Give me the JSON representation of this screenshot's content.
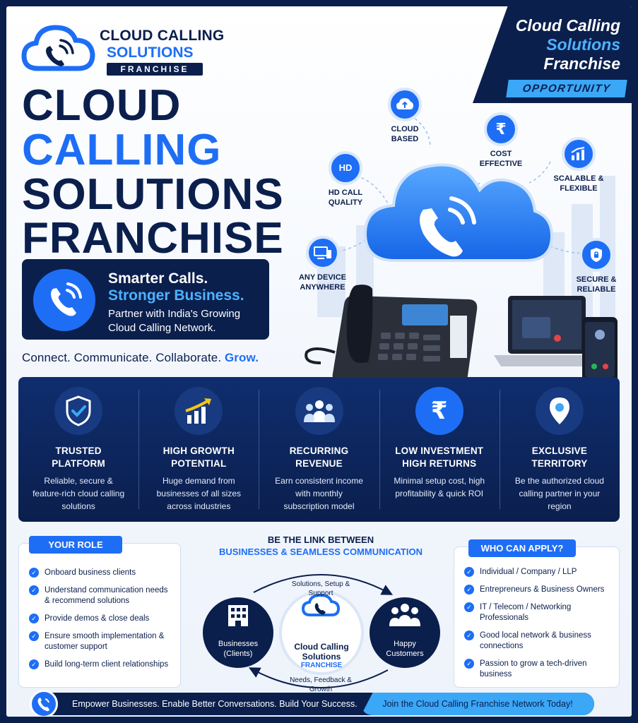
{
  "logo": {
    "line1": "CLOUD CALLING",
    "line2": "SOLUTIONS",
    "line3": "FRANCHISE",
    "icon": "cloud-phone-icon"
  },
  "corner_badge": {
    "line1": "Cloud Calling",
    "line2": "Solutions",
    "line3": "Franchise",
    "label": "OPPORTUNITY"
  },
  "headline": {
    "line1": "CLOUD",
    "line2": "CALLING",
    "line3": "SOLUTIONS",
    "line4": "FRANCHISE"
  },
  "smart_box": {
    "title": "Smarter Calls.",
    "subtitle": "Stronger Business.",
    "text": "Partner with India's Growing Cloud Calling Network.",
    "icon": "phone-signal-icon"
  },
  "tagline": {
    "main": "Connect. Communicate. Collaborate.",
    "accent": "Grow."
  },
  "hero_features": {
    "cloud_based": "CLOUD BASED",
    "cost_effective": "COST EFFECTIVE",
    "scalable": "SCALABLE & FLEXIBLE",
    "hd": "HD CALL QUALITY",
    "hd_badge": "HD",
    "rupee": "₹",
    "any_device": "ANY DEVICE ANYWHERE",
    "secure": "SECURE & RELIABLE"
  },
  "benefits": [
    {
      "title": "TRUSTED PLATFORM",
      "desc": "Reliable, secure & feature-rich cloud calling solutions",
      "icon": "shield-check-icon"
    },
    {
      "title": "HIGH GROWTH POTENTIAL",
      "desc": "Huge demand from businesses of all sizes across industries",
      "icon": "growth-chart-icon"
    },
    {
      "title": "RECURRING REVENUE",
      "desc": "Earn consistent income with monthly subscription model",
      "icon": "people-group-icon"
    },
    {
      "title": "LOW INVESTMENT HIGH RETURNS",
      "desc": "Minimal setup cost, high profitability & quick ROI",
      "icon": "rupee-icon"
    },
    {
      "title": "EXCLUSIVE TERRITORY",
      "desc": "Be the authorized cloud calling partner in your region",
      "icon": "location-pin-icon"
    }
  ],
  "your_role": {
    "title": "YOUR ROLE",
    "items": [
      "Onboard business clients",
      "Understand communication needs & recommend solutions",
      "Provide demos & close deals",
      "Ensure smooth implementation & customer support",
      "Build long-term client relationships"
    ]
  },
  "link": {
    "line1": "BE THE LINK BETWEEN",
    "line2": "BUSINESSES & SEAMLESS COMMUNICATION",
    "top_arrow": "Solutions, Setup & Support",
    "bottom_arrow": "Needs, Feedback & Growth",
    "left": "Businesses (Clients)",
    "right": "Happy Customers",
    "center1": "Cloud Calling",
    "center2": "Solutions",
    "center3": "FRANCHISE"
  },
  "who_can_apply": {
    "title": "WHO CAN APPLY?",
    "items": [
      "Individual / Company / LLP",
      "Entrepreneurs & Business Owners",
      "IT / Telecom / Networking Professionals",
      "Good local network & business connections",
      "Passion to grow a tech-driven business"
    ]
  },
  "footer": {
    "left": "Empower Businesses. Enable Better Conversations. Build Your Success.",
    "right": "Join the Cloud Calling Franchise Network Today!"
  },
  "colors": {
    "navy": "#0b1f4d",
    "blue": "#1e6ef5",
    "light_blue": "#3ba7f7"
  }
}
